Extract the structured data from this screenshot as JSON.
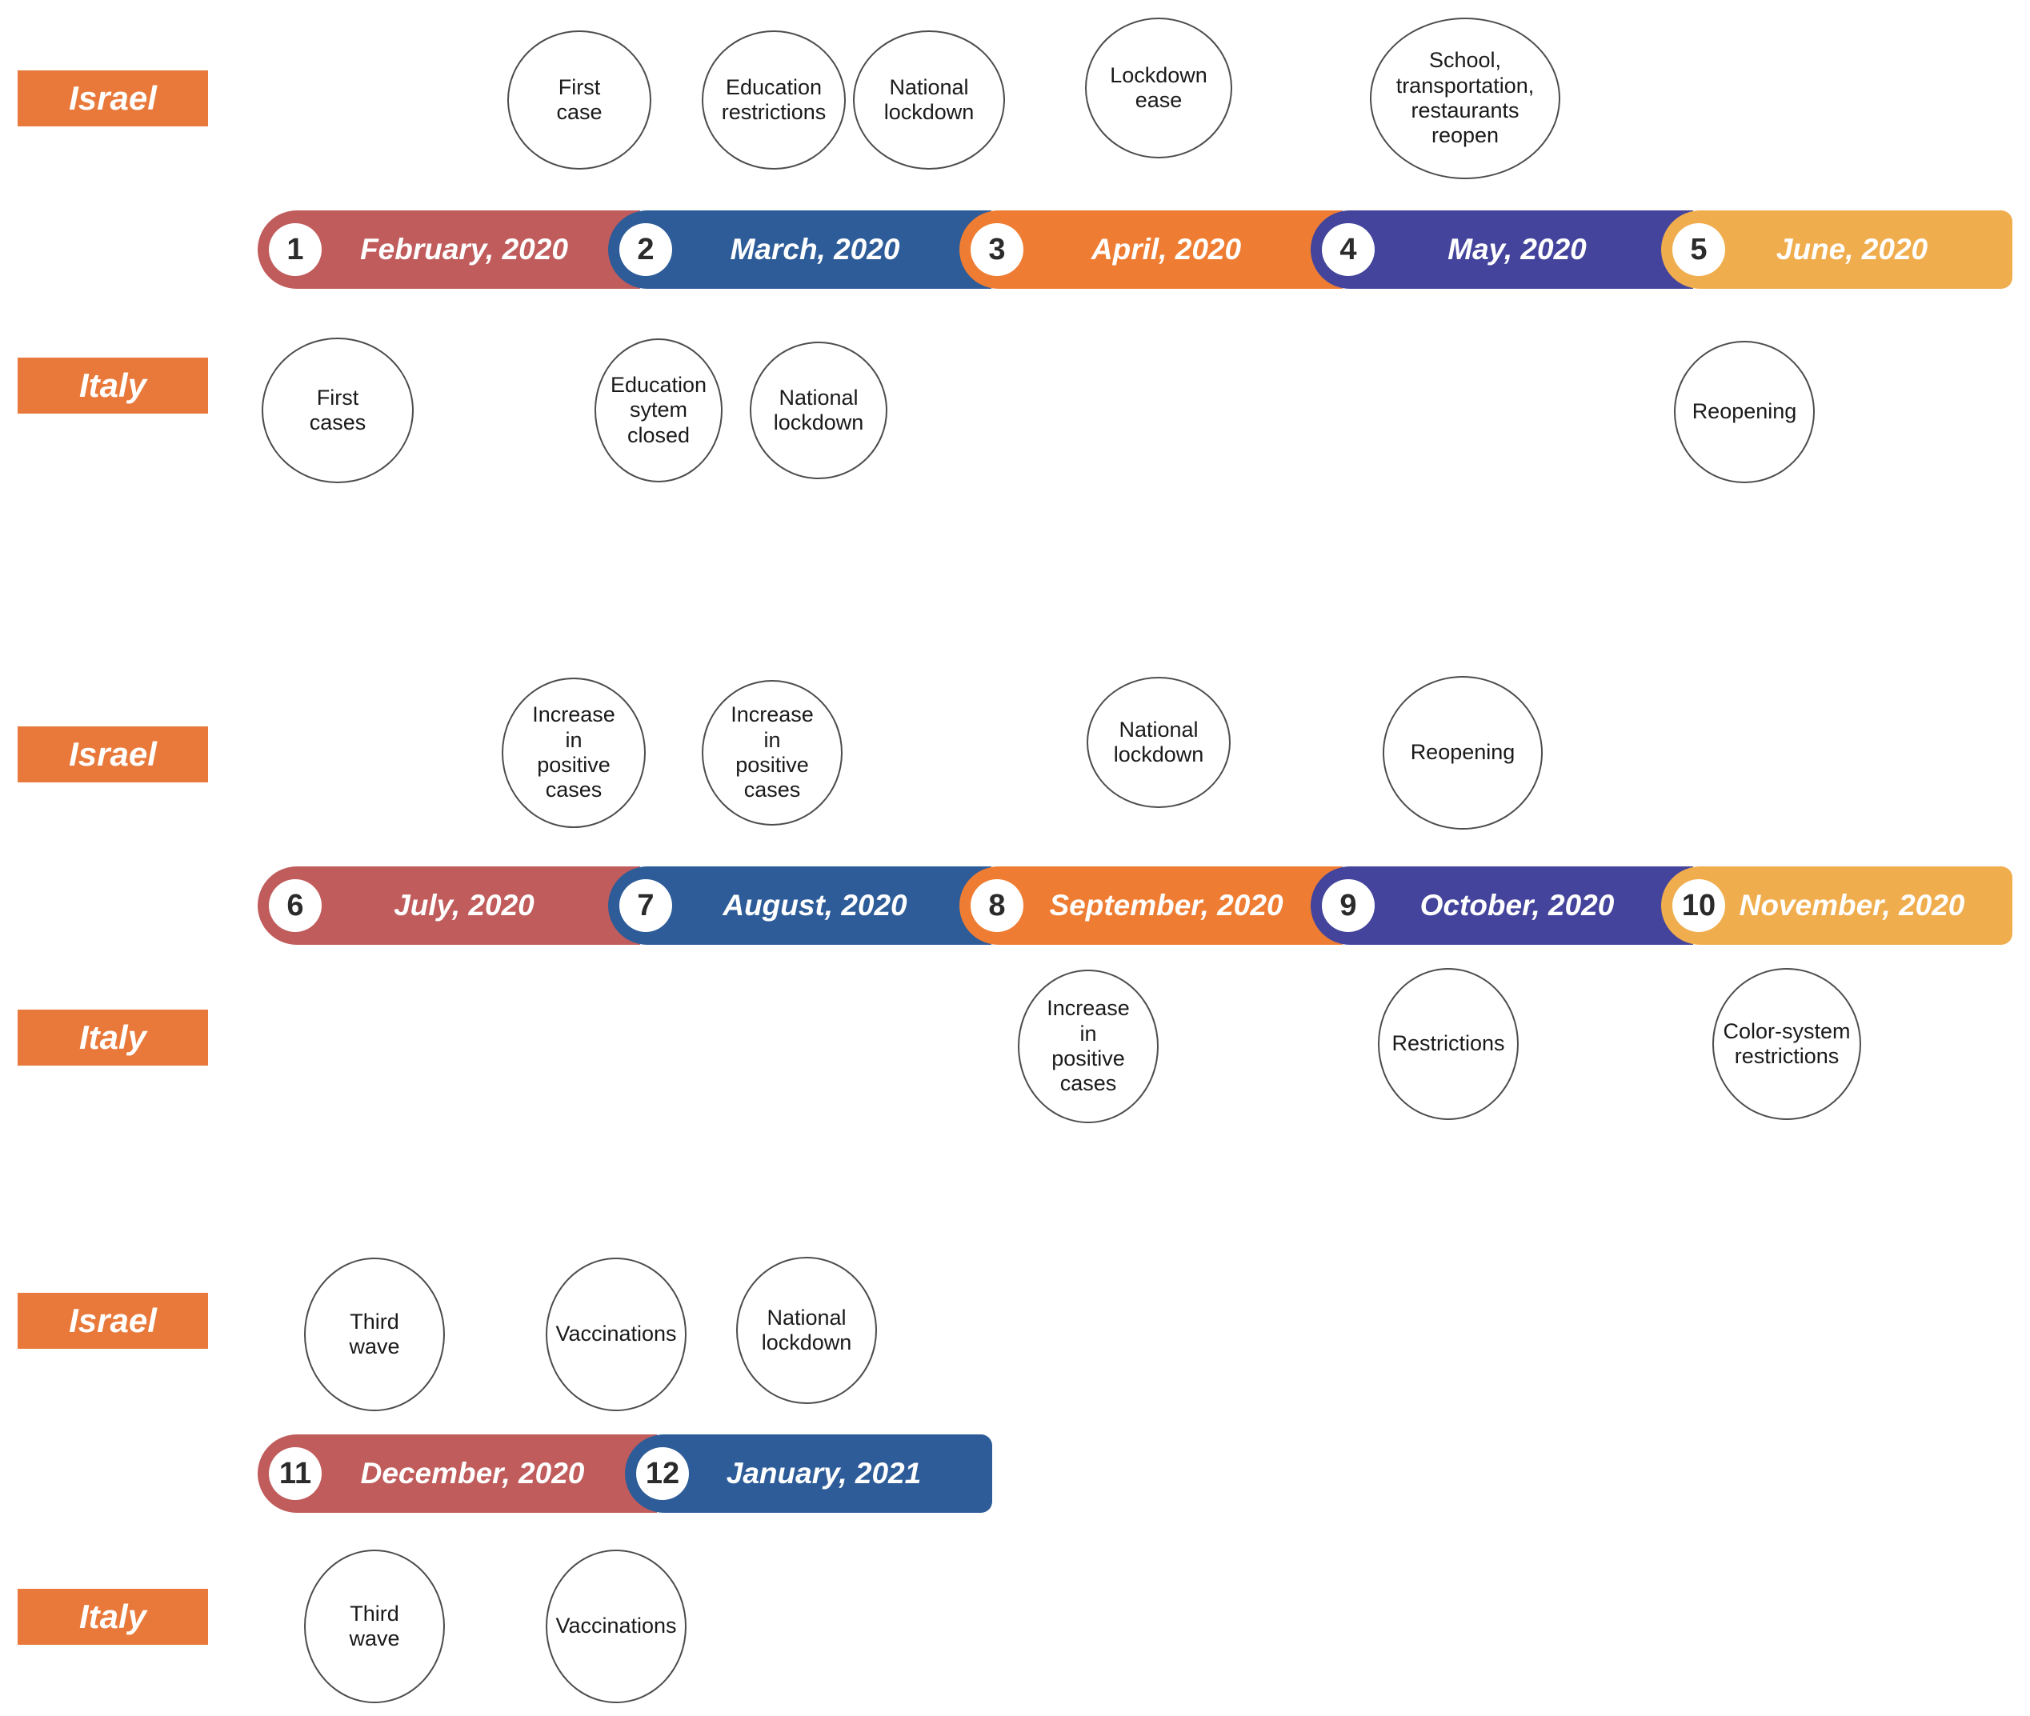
{
  "colors": {
    "label_orange": "#E8793A",
    "red": "#C05C5C",
    "blue": "#2E5C98",
    "orange": "#EE7D33",
    "purple": "#44449C",
    "amber": "#F0AD4E"
  },
  "rows": [
    {
      "israel_label": "Israel",
      "italy_label": "Italy",
      "segments": [
        {
          "number": "1",
          "month": "February, 2020"
        },
        {
          "number": "2",
          "month": "March, 2020"
        },
        {
          "number": "3",
          "month": "April, 2020"
        },
        {
          "number": "4",
          "month": "May, 2020"
        },
        {
          "number": "5",
          "month": "June, 2020"
        }
      ],
      "israel_events": [
        {
          "text": "First\ncase"
        },
        {
          "text": "Education\nrestrictions"
        },
        {
          "text": "National\nlockdown"
        },
        {
          "text": "Lockdown\nease"
        },
        {
          "text": "School,\ntransportation,\nrestaurants\nreopen"
        }
      ],
      "italy_events": [
        {
          "text": "First\ncases"
        },
        {
          "text": "Education\nsytem\nclosed"
        },
        {
          "text": "National\nlockdown"
        },
        {
          "text": "Reopening"
        }
      ]
    },
    {
      "israel_label": "Israel",
      "italy_label": "Italy",
      "segments": [
        {
          "number": "6",
          "month": "July, 2020"
        },
        {
          "number": "7",
          "month": "August, 2020"
        },
        {
          "number": "8",
          "month": "September, 2020"
        },
        {
          "number": "9",
          "month": "October, 2020"
        },
        {
          "number": "10",
          "month": "November, 2020"
        }
      ],
      "israel_events": [
        {
          "text": "Increase\nin\npositive\ncases"
        },
        {
          "text": "Increase\nin\npositive\ncases"
        },
        {
          "text": "National\nlockdown"
        },
        {
          "text": "Reopening"
        }
      ],
      "italy_events": [
        {
          "text": "Increase\nin\npositive\ncases"
        },
        {
          "text": "Restrictions"
        },
        {
          "text": "Color-system\nrestrictions"
        }
      ]
    },
    {
      "israel_label": "Israel",
      "italy_label": "Italy",
      "segments": [
        {
          "number": "11",
          "month": "December, 2020"
        },
        {
          "number": "12",
          "month": "January, 2021"
        }
      ],
      "israel_events": [
        {
          "text": "Third\nwave"
        },
        {
          "text": "Vaccinations"
        },
        {
          "text": "National\nlockdown"
        }
      ],
      "italy_events": [
        {
          "text": "Third\nwave"
        },
        {
          "text": "Vaccinations"
        }
      ]
    }
  ]
}
